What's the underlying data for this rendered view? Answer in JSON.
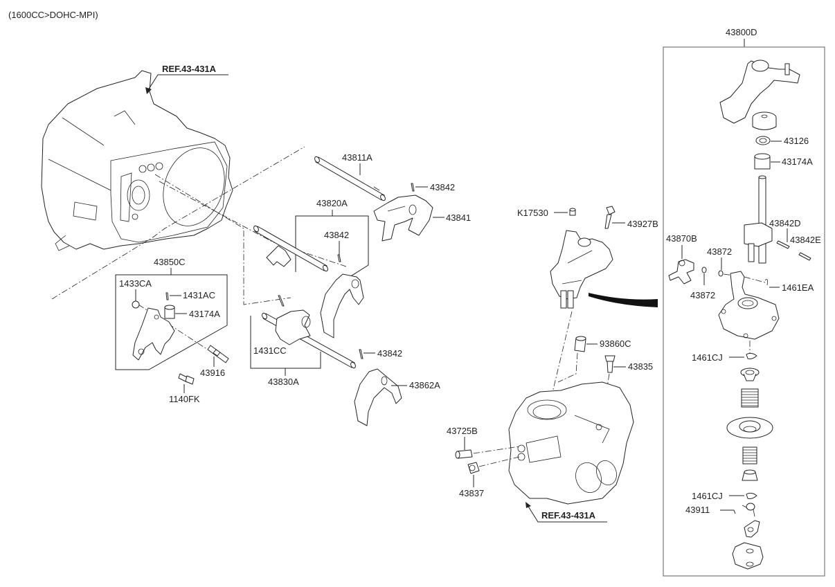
{
  "caption": "(1600CC>DOHC-MPI)",
  "references": {
    "upper_left": "REF.43-431A",
    "lower_center": "REF.43-431A"
  },
  "assembly_box": {
    "label": "43800D"
  },
  "parts": {
    "p43811A": "43811A",
    "p43842_top": "43842",
    "p43841": "43841",
    "p43820A": "43820A",
    "p43842_mid": "43842",
    "p43850C": "43850C",
    "p1433CA": "1433CA",
    "p1431AC": "1431AC",
    "p43174A_left": "43174A",
    "p1431CC": "1431CC",
    "p43916": "43916",
    "p1140FK": "1140FK",
    "p43830A": "43830A",
    "p43842_low": "43842",
    "p43862A": "43862A",
    "pK17530": "K17530",
    "p43927B": "43927B",
    "p93860C": "93860C",
    "p43835": "43835",
    "p43725B": "43725B",
    "p43837": "43837",
    "p43126": "43126",
    "p43174A_right": "43174A",
    "p43842D": "43842D",
    "p43842E": "43842E",
    "p43870B": "43870B",
    "p43872_upper": "43872",
    "p43872_lower": "43872",
    "p1461EA": "1461EA",
    "p1461CJ_upper": "1461CJ",
    "p1461CJ_lower": "1461CJ",
    "p43911": "43911"
  }
}
